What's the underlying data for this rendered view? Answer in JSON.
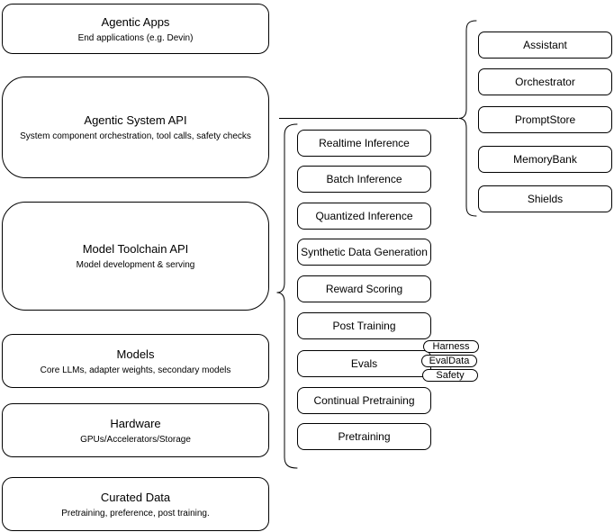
{
  "diagram": {
    "left_stack": [
      {
        "title": "Agentic Apps",
        "subtitle": "End applications (e.g. Devin)"
      },
      {
        "title": "Agentic System API",
        "subtitle": "System component orchestration, tool calls, safety checks"
      },
      {
        "title": "Model Toolchain API",
        "subtitle": "Model development & serving"
      },
      {
        "title": "Models",
        "subtitle": "Core LLMs, adapter weights, secondary models"
      },
      {
        "title": "Hardware",
        "subtitle": "GPUs/Accelerators/Storage"
      },
      {
        "title": "Curated Data",
        "subtitle": "Pretraining, preference, post training."
      }
    ],
    "toolchain_group": {
      "items": [
        "Realtime Inference",
        "Batch Inference",
        "Quantized Inference",
        "Synthetic Data Generation",
        "Reward Scoring",
        "Post Training",
        "Evals",
        "Continual Pretraining",
        "Pretraining"
      ],
      "evals_tags": [
        "Harness",
        "EvalData",
        "Safety"
      ]
    },
    "system_group": {
      "items": [
        "Assistant",
        "Orchestrator",
        "PromptStore",
        "MemoryBank",
        "Shields"
      ]
    },
    "colors": {
      "stroke": "#000000",
      "fill": "#ffffff",
      "text": "#000000",
      "background": "#ffffff"
    }
  }
}
